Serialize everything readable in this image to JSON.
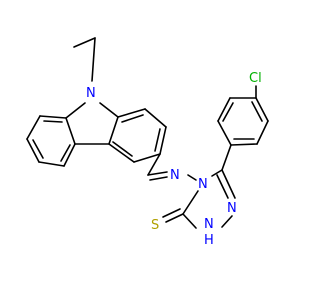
{
  "molecule": {
    "colors": {
      "carbon_bond": "#000000",
      "nitrogen": "#0000ff",
      "chlorine": "#00b000",
      "sulfur": "#b0a000"
    },
    "atom_labels": {
      "carbazole_n": "N",
      "imine_n": "N",
      "triazole_n4": "N",
      "triazole_n2": "N",
      "triazole_nh": "N",
      "nh_h": "H",
      "chlorine": "Cl",
      "sulfur": "S"
    }
  }
}
